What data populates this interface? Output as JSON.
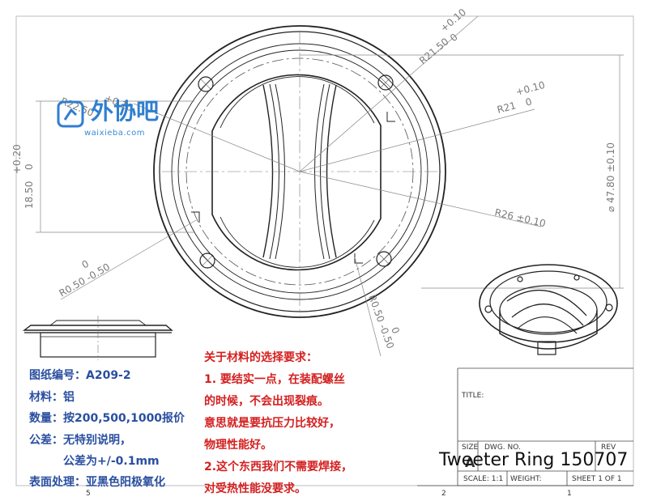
{
  "logo": {
    "name": "外协吧",
    "url": "waixieba.com"
  },
  "dimensions": {
    "r22": "R22.50",
    "r22_tol": "+0.10",
    "r21_50": "R21.50",
    "r21_50_tol_upper": "+0.10",
    "r21_50_tol_lower": "0",
    "r21": "R21",
    "r21_tol_upper": "+0.10",
    "r21_tol_lower": "0",
    "h18_50": "18.50",
    "h18_tol_upper": "+0.20",
    "h18_tol_lower": "0",
    "dia47": "⌀ 47.80 ±0.10",
    "r26": "R26 ±0.10",
    "r050_left": "R0.50 -0.50",
    "r050_left_upper": "0",
    "r050_right": "R0.50 -0.50",
    "r050_right_upper": "0"
  },
  "spec": {
    "drawing_no": "图纸编号：A209-2",
    "material": "材料：铝",
    "quantity": "数量：按200,500,1000报价",
    "tolerance": "公差：无特别说明，",
    "tolerance_value": "公差为+/-0.1mm",
    "surface": "表面处理：亚黑色阳极氧化"
  },
  "requirements": {
    "heading": "关于材料的选择要求：",
    "line1": "1. 要结实一点，在装配螺丝",
    "line2": "的时候，不会出现裂痕。",
    "line3": "意思就是要抗压力比较好，",
    "line4": "物理性能好。",
    "line5": "2.这个东西我们不需要焊接，",
    "line6": "对受热性能没要求。"
  },
  "title_block": {
    "title_label": "TITLE:",
    "size_label": "SIZE",
    "size_value": "A",
    "dwg_no_label": "DWG. NO.",
    "rev_label": "REV",
    "drawing_title": "Tweeter Ring 150707",
    "scale": "SCALE: 1:1",
    "weight": "WEIGHT:",
    "sheet": "SHEET 1 OF 1"
  },
  "border": {
    "num_5": "5",
    "num_2": "2",
    "num_1": "1"
  }
}
